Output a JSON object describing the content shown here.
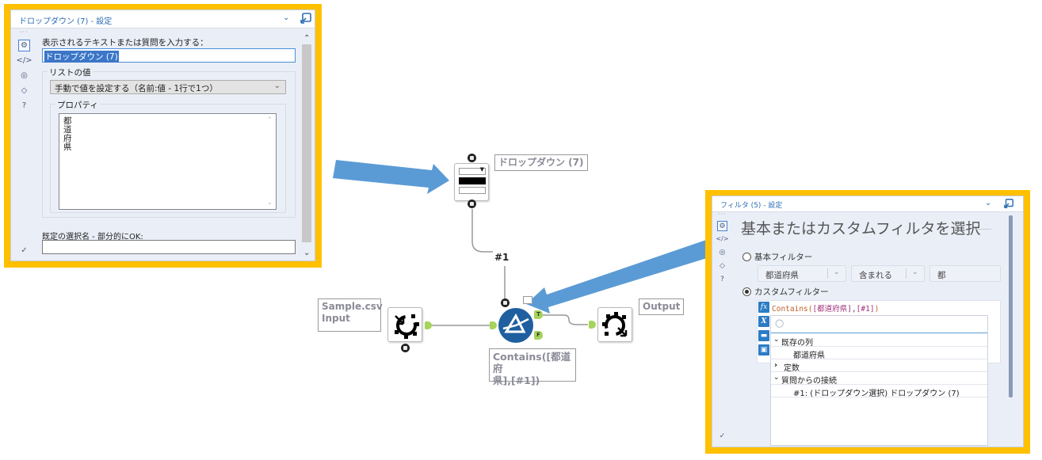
{
  "left_panel": {
    "title": "ドロップダウン (7) - 設定",
    "header_icons": [
      "chevron-down-icon",
      "dock-icon"
    ],
    "sidebar_icons": [
      "gear-icon",
      "code-icon",
      "target-icon",
      "tag-icon",
      "help-icon"
    ],
    "footer_icon": "check-circle-icon",
    "prompt_label": "表示されるテキストまたは質問を入力する：",
    "prompt_value": "ドロップダウン (7)",
    "list_values_group": "リストの値",
    "list_mode_selected": "手動で値を設定する（名前:値 - 1行で1つ）",
    "properties_group": "プロパティ",
    "properties_items": [
      "都",
      "道",
      "府",
      "県"
    ],
    "default_label": "既定の選択名 - 部分的にOK:",
    "default_value": ""
  },
  "canvas": {
    "dropdown_tool_label": "ドロップダウン (7)",
    "connection_label": "#1",
    "input_tool_label_line1": "Sample.csv",
    "input_tool_label_line2": "Input",
    "filter_tool_label_line1": "Contains([都道府",
    "filter_tool_label_line2": "県],[#1])",
    "filter_true_anchor": "T",
    "filter_false_anchor": "F",
    "output_tool_label": "Output",
    "colors": {
      "highlight_frame": "#ffc000",
      "arrow": "#5b9bd5",
      "anchor": "#a6d35a",
      "filter_icon": "#1f5f9f"
    }
  },
  "right_panel": {
    "title": "フィルタ (5) - 設定",
    "header_icons": [
      "chevron-down-icon",
      "dock-icon"
    ],
    "sidebar_icons": [
      "gear-icon",
      "code-icon",
      "target-icon",
      "tag-icon",
      "help-icon"
    ],
    "footer_icon": "check-circle-icon",
    "heading": "基本またはカスタムフィルタを選択",
    "basic_filter_label": "基本フィルター",
    "basic_filter_selected": false,
    "basic_field": "都道府県",
    "basic_operator": "含まれる",
    "basic_value": "都",
    "custom_filter_label": "カスタムフィルター",
    "custom_filter_selected": true,
    "expression_prefix": "Contains(",
    "expression_field": "[都道府県]",
    "expression_comma": ",",
    "expression_param": "[#1]",
    "expression_suffix": ")",
    "editor_buttons": [
      "fx-icon",
      "variable-icon",
      "open-folder-icon",
      "save-icon"
    ],
    "search_placeholder": "",
    "tree": [
      {
        "label": "既存の列",
        "expanded": true,
        "level": 0
      },
      {
        "label": "都道府県",
        "level": 1
      },
      {
        "label": "定数",
        "expanded": false,
        "level": 0
      },
      {
        "label": "質問からの接続",
        "expanded": true,
        "level": 0
      },
      {
        "label": "#1: (ドロップダウン選択) ドロップダウン (7)",
        "level": 1
      }
    ]
  }
}
